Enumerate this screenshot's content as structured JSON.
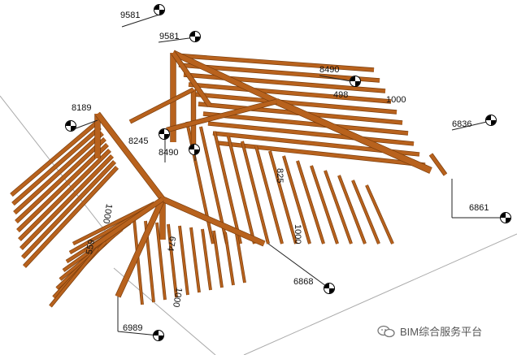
{
  "dimensions": {
    "top_outer": "9581",
    "top_inner": "9581",
    "left_height": "8189",
    "center_a": "8245",
    "center_b": "8490",
    "right_upper": "8490",
    "ridge_498": "498",
    "ridge_1000": "1000",
    "right_upper_corner": "6836",
    "right_lower": "6861",
    "bottom_center": "6868",
    "bottom_left": "6989",
    "vertical_825": "825",
    "vertical_1000_mid": "1000",
    "left_1000": "1000",
    "left_559": "559",
    "lower_674": "674",
    "lower_1000": "1000"
  },
  "colors": {
    "timber": "#b8621d",
    "timber_dark": "#7a3d0c",
    "guide": "#aaaaaa"
  },
  "watermark": {
    "text": "BIM综合服务平台",
    "icon": "wechat-icon"
  }
}
